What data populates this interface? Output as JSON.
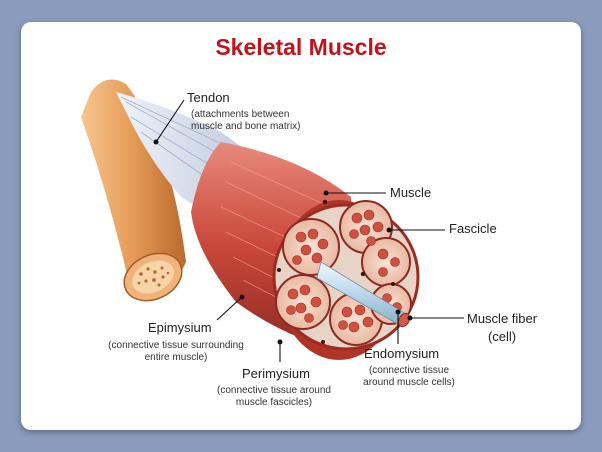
{
  "title": "Skeletal Muscle",
  "labels": {
    "tendon": "Tendon",
    "tendon_note_1": "(attachments between",
    "tendon_note_2": "muscle and bone matrix)",
    "muscle": "Muscle",
    "fascicle": "Fascicle",
    "muscle_fiber_1": "Muscle fiber",
    "muscle_fiber_2": "(cell)",
    "epimysium": "Epimysium",
    "epimysium_note_1": "(connective tissue surrounding",
    "epimysium_note_2": "entire muscle)",
    "endomysium": "Endomysium",
    "endomysium_note_1": "(connective tissue",
    "endomysium_note_2": "around muscle cells)",
    "perimysium": "Perimysium",
    "perimysium_note_1": "(connective tissue around",
    "perimysium_note_2": "muscle fascicles)"
  },
  "colors": {
    "title": "#c0141a",
    "background": "#8a9bbd",
    "muscle": "#c8483a",
    "bone": "#e49a55",
    "tendon": "#c9d4e6"
  }
}
